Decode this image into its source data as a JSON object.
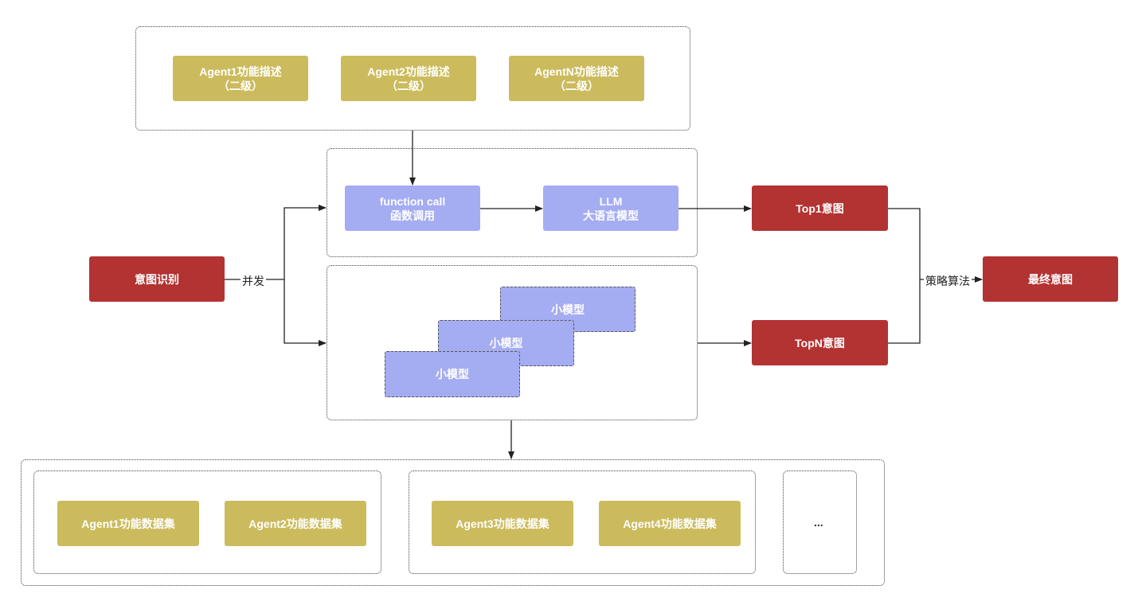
{
  "agents_desc": [
    {
      "line1": "Agent1功能描述",
      "line2": "（二级）"
    },
    {
      "line1": "Agent2功能描述",
      "line2": "（二级）"
    },
    {
      "line1": "AgentN功能描述",
      "line2": "（二级）"
    }
  ],
  "function_call": {
    "line1": "function call",
    "line2": "函数调用"
  },
  "llm": {
    "line1": "LLM",
    "line2": "大语言模型"
  },
  "intent_recognition": "意图识别",
  "concurrent_label": "并发",
  "small_models": [
    "小模型",
    "小模型",
    "小模型"
  ],
  "top1": "Top1意图",
  "topn": "TopN意图",
  "strategy_label": "策略算法",
  "final_intent": "最终意图",
  "datasets": [
    "Agent1功能数据集",
    "Agent2功能数据集",
    "Agent3功能数据集",
    "Agent4功能数据集"
  ],
  "ellipsis": "..."
}
